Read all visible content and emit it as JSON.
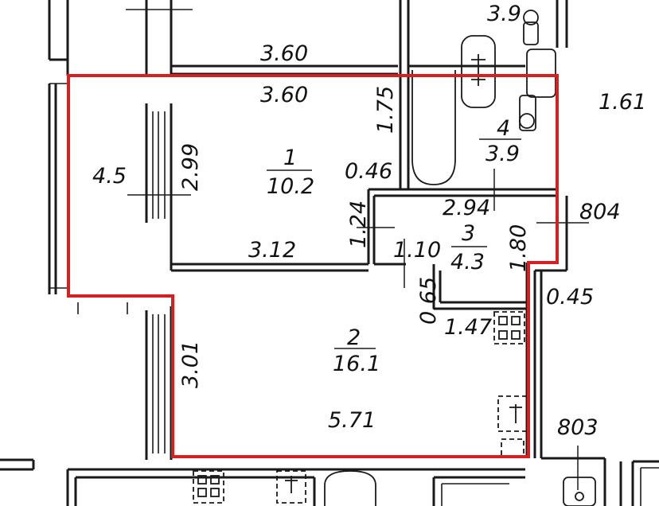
{
  "plan": {
    "outline_color": "#d42020",
    "rooms": [
      {
        "number": "1",
        "area": "10.2"
      },
      {
        "number": "2",
        "area": "16.1"
      },
      {
        "number": "3",
        "area": "4.3"
      },
      {
        "number": "4",
        "area": "3.9"
      }
    ],
    "upper_area": "3.9",
    "neighbor_numbers": [
      "804",
      "803"
    ],
    "dimensions": {
      "d_3_60_top": "3.60",
      "d_3_60_room": "3.60",
      "d_1_75": "1.75",
      "d_1_61": "1.61",
      "d_4_5": "4.5",
      "d_2_99": "2.99",
      "d_0_46": "0.46",
      "d_2_94": "2.94",
      "d_1_24": "1.24",
      "d_3_12": "3.12",
      "d_1_10": "1.10",
      "d_1_80": "1.80",
      "d_0_65": "0.65",
      "d_0_45": "0.45",
      "d_1_47": "1.47",
      "d_3_01": "3.01",
      "d_5_71": "5.71"
    }
  }
}
